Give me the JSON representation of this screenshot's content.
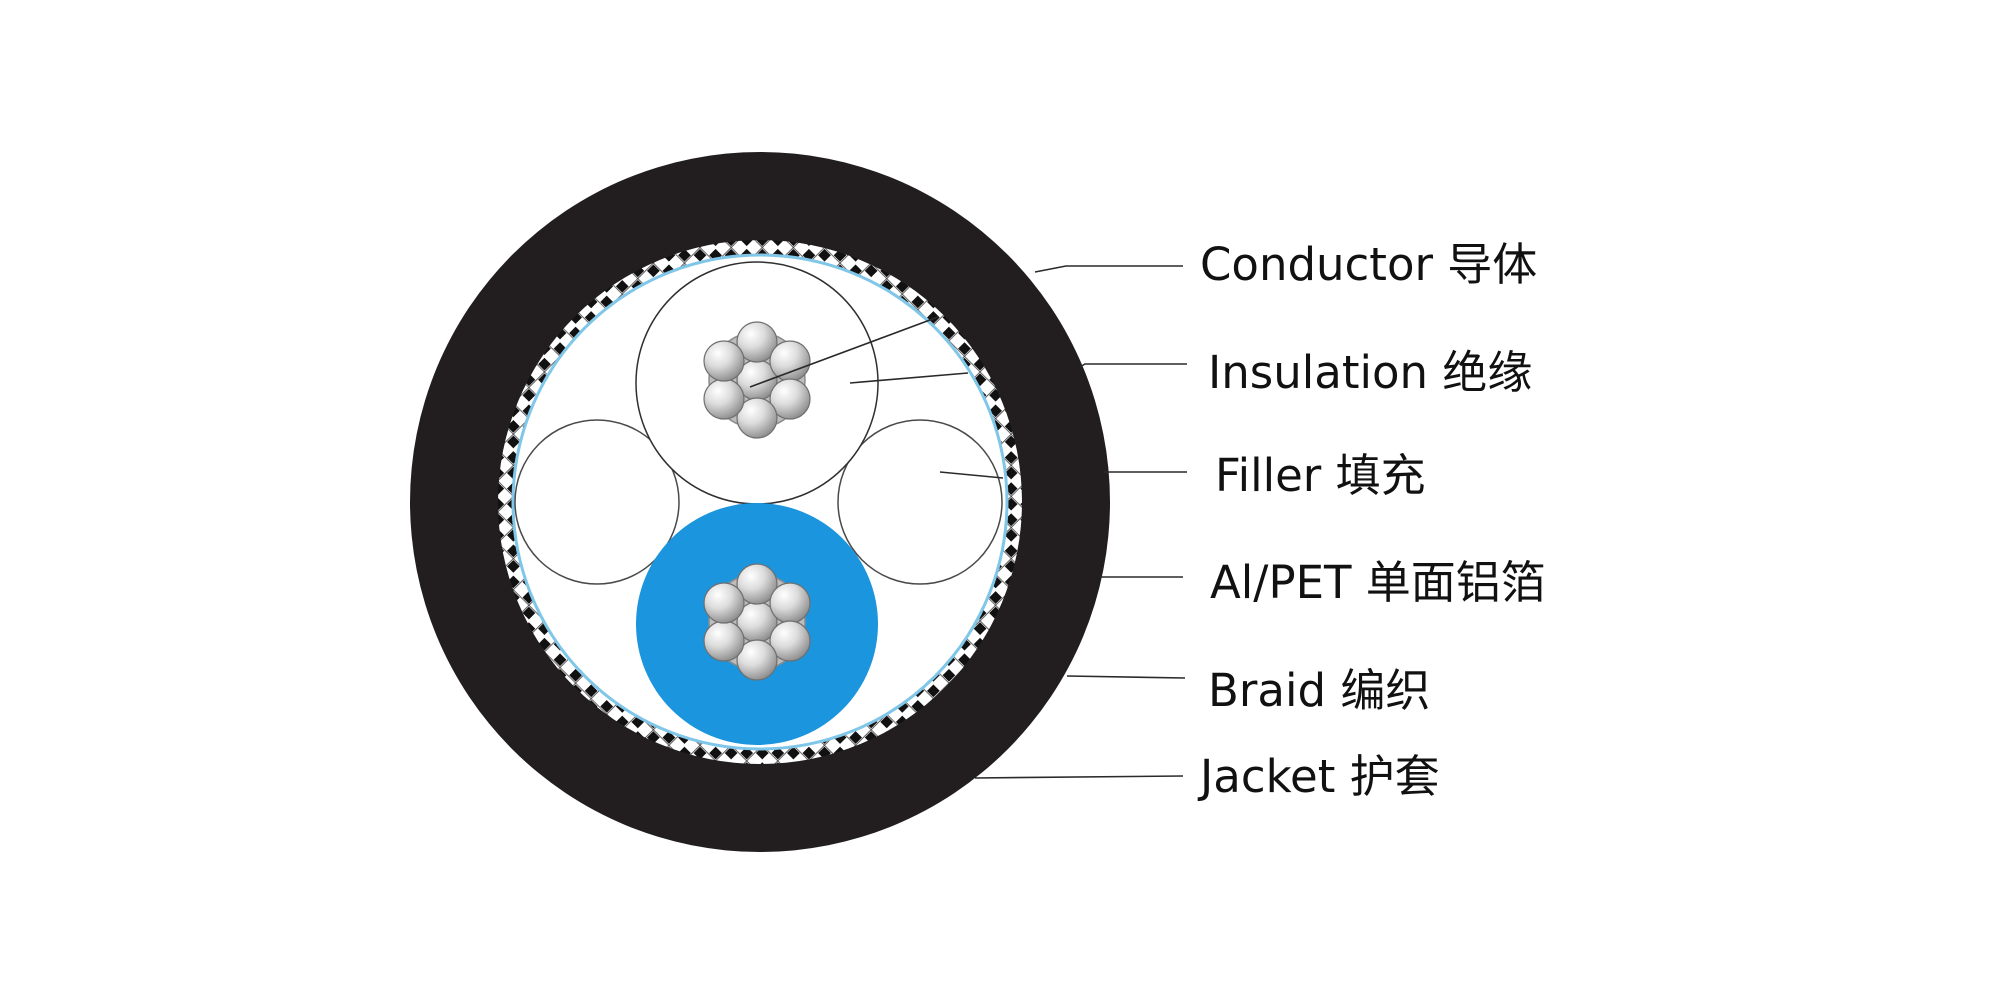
{
  "labels": {
    "conductor": "Conductor 导体",
    "insulation": "Insulation 绝缘",
    "filler": "Filler 填充",
    "shield": "Al/PET 单面铝箔",
    "braid": "Braid 编织",
    "jacket": "Jacket 护套"
  },
  "colors": {
    "jacket": "#221e1f",
    "insulation_blue": "#1a95de",
    "shield_line": "#7fc6e8",
    "core_white": "#ffffff",
    "strand_silver": "#c9c9c9"
  }
}
